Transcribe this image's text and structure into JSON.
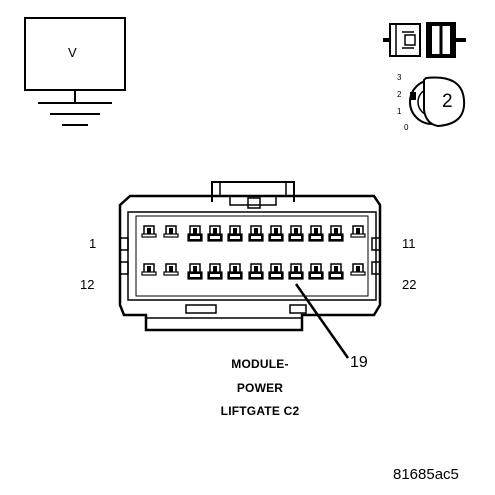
{
  "meter": {
    "label": "V"
  },
  "key": {
    "label": "2",
    "positions": [
      "3",
      "2",
      "1",
      "0"
    ]
  },
  "connector": {
    "pin_labels": {
      "top_left": "1",
      "top_right": "11",
      "bottom_left": "12",
      "bottom_right": "22"
    },
    "callout": "19",
    "title_lines": [
      "MODULE-",
      "POWER",
      "LIFTGATE C2"
    ]
  },
  "figure_id": "81685ac5"
}
